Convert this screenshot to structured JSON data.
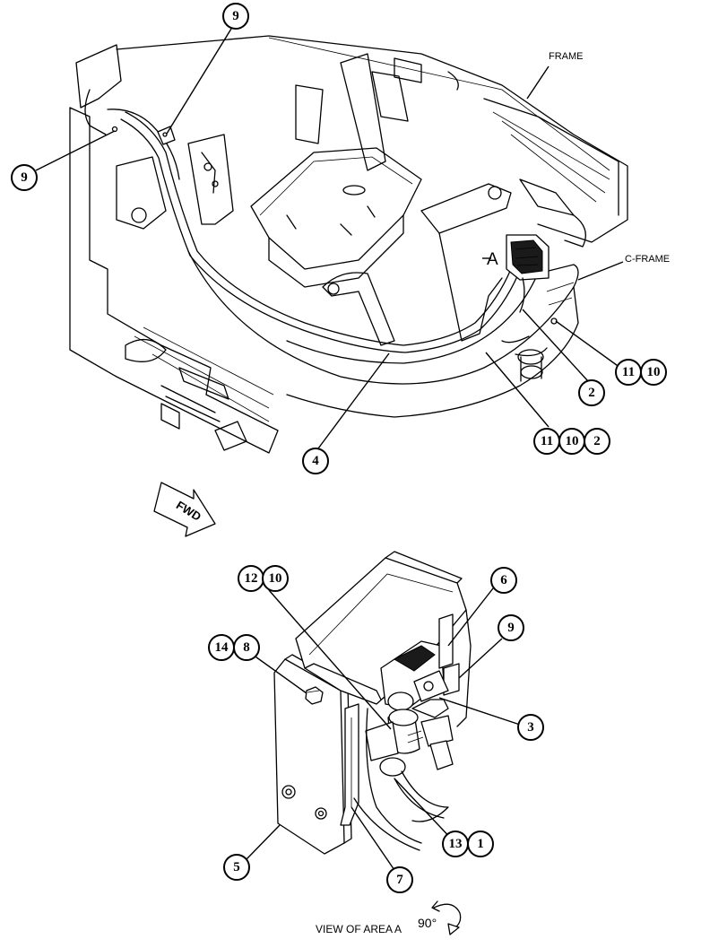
{
  "labels": {
    "frame": "FRAME",
    "c_frame": "C-FRAME",
    "area_marker": "A",
    "fwd": "FWD",
    "view": "VIEW OF AREA A",
    "rotation": "90°"
  },
  "callouts": {
    "top_9": "9",
    "left_9": "9",
    "c_11": "11",
    "c_10": "10",
    "c_2": "2",
    "d_11": "11",
    "d_10": "10",
    "d_2": "2",
    "c_4": "4",
    "e_12": "12",
    "e_10": "10",
    "e_6": "6",
    "e_9": "9",
    "e_14": "14",
    "e_8": "8",
    "e_3": "3",
    "e_13": "13",
    "e_1": "1",
    "e_5": "5",
    "e_7": "7"
  }
}
